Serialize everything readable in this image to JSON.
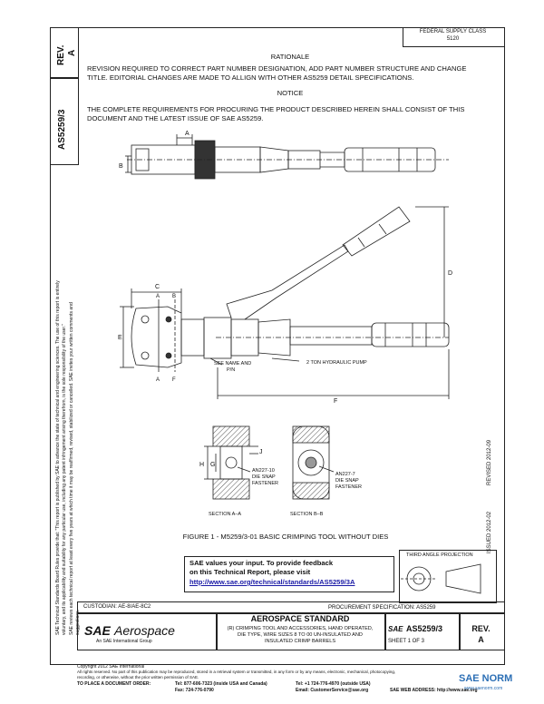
{
  "header": {
    "rev_label": "REV.",
    "rev_value": "A",
    "doc_number": "AS5259/3",
    "stamp_line1": "FEDERAL SUPPLY CLASS",
    "stamp_line2": "5120"
  },
  "left_strip": {
    "line1": "SAE Technical Standards Board Rules provide that: \"This report is published by SAE to advance the state of technical and engineering sciences. The use of this report is entirely",
    "line2": "voluntary, and its applicability and suitability for any particular use, including any patent infringement arising therefrom, is the sole responsibility of the user.\"",
    "line3": "SAE reviews each technical report at least every five years at which time it may be reaffirmed, revised, stabilized or cancelled. SAE invites your written comments and",
    "line4": "suggestions."
  },
  "right_strip": {
    "revised": "REVISED 2012-09",
    "issued": "ISSUED 2012-02"
  },
  "body": {
    "rationale_heading": "RATIONALE",
    "rationale_line1": "REVISION REQUIRED TO CORRECT PART NUMBER DESIGNATION, ADD PART NUMBER STRUCTURE AND CHANGE",
    "rationale_line2": "TITLE.  EDITORIAL CHANGES ARE MADE TO ALLIGN WITH OTHER AS5259 DETAIL SPECIFICATIONS.",
    "notice_heading": "NOTICE",
    "notice_line1": "THE COMPLETE REQUIREMENTS FOR PROCURING THE PRODUCT DESCRIBED HEREIN SHALL CONSIST OF THIS",
    "notice_line2": "DOCUMENT AND THE LATEST ISSUE OF SAE AS5259."
  },
  "figure": {
    "labels": {
      "A": "A",
      "B": "B",
      "C": "C",
      "D": "D",
      "E": "E",
      "F": "F",
      "G": "G",
      "H": "H",
      "J": "J"
    },
    "callout_nameplate_1": "SEE NAME AND",
    "callout_nameplate_2": "P/N",
    "callout_pump": "2 TON HYDRAULIC PUMP",
    "die_left_1": "AN227-10",
    "die_left_2": "DIE SNAP",
    "die_left_3": "FASTENER",
    "die_right_1": "AN227-7",
    "die_right_2": "DIE SNAP",
    "die_right_3": "FASTENER",
    "section_aa": "SECTION A–A",
    "section_bb": "SECTION B–B",
    "caption": "FIGURE 1 - M5259/3-01 BASIC CRIMPING TOOL WITHOUT DIES",
    "third_angle": "THIRD ANGLE PROJECTION"
  },
  "feedback": {
    "line1": "SAE values your input.  To provide feedback",
    "line2": "on this Technical Report, please visit",
    "url": "http://www.sae.org/technical/standards/AS5259/3A"
  },
  "title_block": {
    "custodian": "CUSTODIAN:  AE-8/AE-8C2",
    "procurement": "PROCUREMENT SPECIFICATION: AS5259",
    "logo_sae": "SAE",
    "logo_aero": "Aerospace",
    "logo_tagline": "An SAE International Group",
    "standard": "AEROSPACE STANDARD",
    "title_line1": "(R) CRIMPING TOOL AND ACCESSORIES, HAND OPERATED,",
    "title_line2": "DIE TYPE, WIRE SIZES 8 TO 00 UN-INSULATED AND",
    "title_line3": "INSULATED CRIMP BARRELS",
    "sae_mark": "SAE",
    "doc_number": "AS5259/3",
    "sheet": "SHEET 1 OF 3",
    "rev_label": "REV.",
    "rev_value": "A"
  },
  "footer": {
    "copyright": "Copyright 2012 SAE International",
    "rights1": "All rights reserved. No part of this publication may be reproduced, stored in a retrieval system or transmitted, in any form or by any means, electronic, mechanical, photocopying,",
    "rights2": "recording, or otherwise, without the prior written permission of SAE.",
    "order_label": "TO PLACE A DOCUMENT ORDER:",
    "tel1": "Tel:  877-606-7323 (inside USA and Canada)",
    "tel2": "Tel:  +1 724-776-4970 (outside USA)",
    "fax": "Fax:  724-776-0790",
    "email": "Email:  CustomerService@sae.org",
    "web": "SAE WEB ADDRESS:   http://www.sae.org",
    "watermark": "SAE NORM",
    "watermark_sub": "www.saenorm.com"
  },
  "colors": {
    "line": "#222222",
    "link": "#1a1aa6",
    "hatch": "#555555"
  }
}
